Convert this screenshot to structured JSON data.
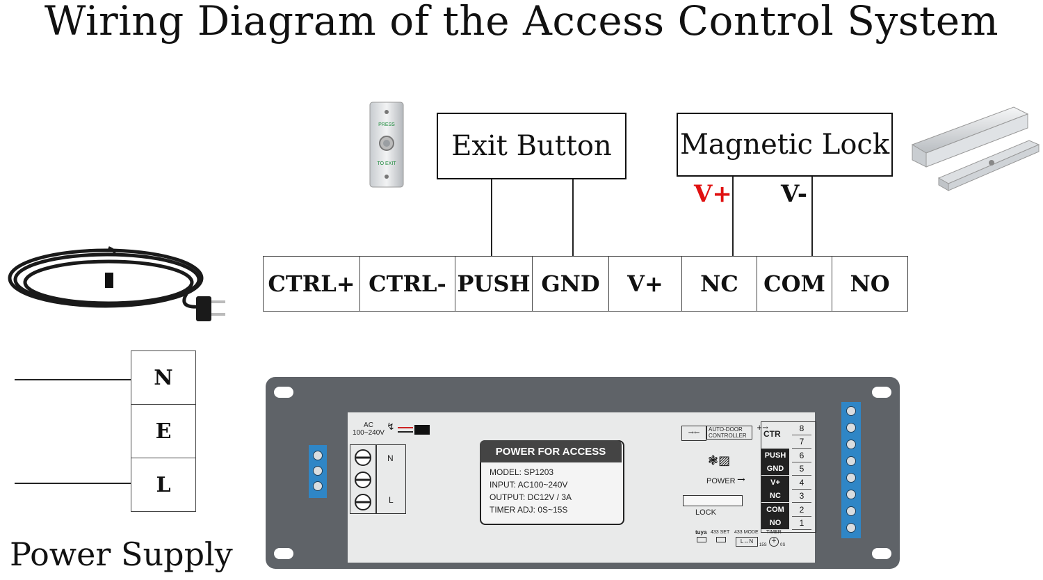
{
  "title": "Wiring Diagram of the Access Control System",
  "exit_button": {
    "label": "Exit Button",
    "plate_top": "PRESS",
    "plate_bottom": "TO EXIT"
  },
  "magnetic_lock": {
    "label": "Magnetic Lock",
    "v_plus": "V+",
    "v_minus": "V-"
  },
  "terminals": [
    "CTRL+",
    "CTRL-",
    "PUSH",
    "GND",
    "V+",
    "NC",
    "COM",
    "NO"
  ],
  "power_terminals": [
    "N",
    "E",
    "L"
  ],
  "power_supply_label": "Power Supply",
  "device": {
    "ac_label": "AC\n100~240V",
    "input_n": "N",
    "input_l": "L",
    "label_title": "POWER FOR ACCESS",
    "specs": [
      "MODEL: SP1203",
      "INPUT: AC100~240V",
      "OUTPUT: DC12V / 3A",
      "TIMER ADJ: 0S~15S"
    ],
    "auto_door": "AUTO-DOOR CONTROLLER",
    "ctr": "CTR",
    "power_arrow": "POWER",
    "lock": "LOCK",
    "terminal_rows": [
      {
        "name": "",
        "num": "8"
      },
      {
        "name": "",
        "num": "7"
      },
      {
        "name": "PUSH",
        "num": "6"
      },
      {
        "name": "GND",
        "num": "5"
      },
      {
        "name": "V+",
        "num": "4"
      },
      {
        "name": "NC",
        "num": "3"
      },
      {
        "name": "COM",
        "num": "2"
      },
      {
        "name": "NO",
        "num": "1"
      }
    ],
    "bottom": {
      "tuya": "tuya",
      "set": "433 SET",
      "mode": "433 MODE",
      "timer": "TIMER",
      "mode_val": "L↔N",
      "timer_min": "15S",
      "timer_max": "0S"
    }
  },
  "colors": {
    "red_label": "#e01010",
    "device_body": "#5f6368",
    "terminal_blue": "#2f86c6"
  }
}
